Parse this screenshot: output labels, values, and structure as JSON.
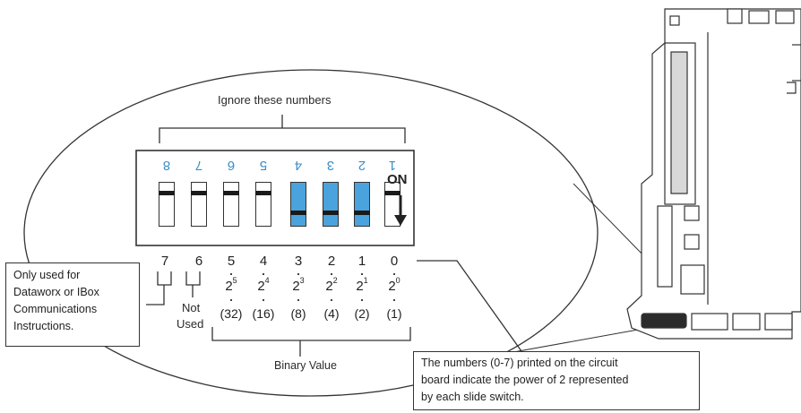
{
  "header_label": "Ignore these numbers",
  "on_label": "ON",
  "switch_numbers": [
    "8",
    "7",
    "6",
    "5",
    "4",
    "3",
    "2",
    "1"
  ],
  "switches": [
    {
      "state": "off"
    },
    {
      "state": "off"
    },
    {
      "state": "off"
    },
    {
      "state": "off"
    },
    {
      "state": "on"
    },
    {
      "state": "on"
    },
    {
      "state": "on"
    },
    {
      "state": "off"
    }
  ],
  "positions": [
    "7",
    "6",
    "5",
    "4",
    "3",
    "2",
    "1",
    "0"
  ],
  "powers": [
    {
      "base": "2",
      "exp": "5"
    },
    {
      "base": "2",
      "exp": "4"
    },
    {
      "base": "2",
      "exp": "3"
    },
    {
      "base": "2",
      "exp": "2"
    },
    {
      "base": "2",
      "exp": "1"
    },
    {
      "base": "2",
      "exp": "0"
    }
  ],
  "binary_values": [
    "(32)",
    "(16)",
    "(8)",
    "(4)",
    "(2)",
    "(1)"
  ],
  "binary_value_label": "Binary Value",
  "not_used": {
    "line1": "Not",
    "line2": "Used"
  },
  "left_note": [
    "Only used for",
    "Dataworx or IBox",
    "Communications",
    "Instructions."
  ],
  "bottom_note": [
    "The numbers (0-7) printed on the circuit",
    "board indicate the power of 2 represented",
    "by each slide switch."
  ],
  "colors": {
    "switch_on": "#4aa3dc",
    "switch_off": "#ffffff",
    "number_blue": "#3b8fc7",
    "outline": "#333333"
  }
}
